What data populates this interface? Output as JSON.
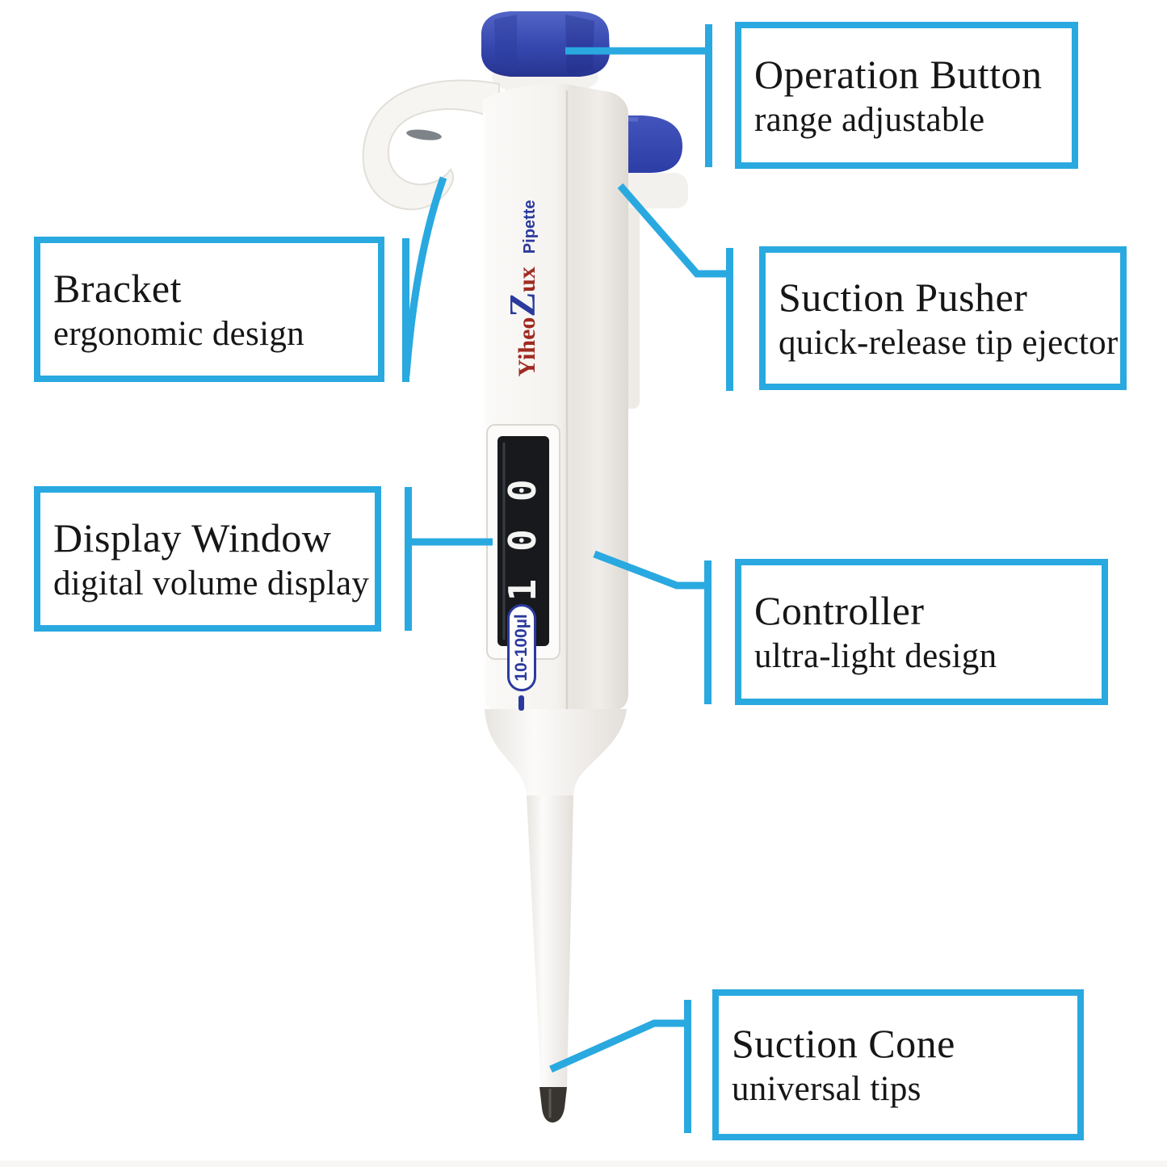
{
  "accent": "#29a9e0",
  "callouts": {
    "operation_button": {
      "title": "Operation Button",
      "subtitle": "range adjustable"
    },
    "suction_pusher": {
      "title": "Suction Pusher",
      "subtitle": "quick-release tip ejector"
    },
    "bracket": {
      "title": "Bracket",
      "subtitle": "ergonomic design"
    },
    "display_window": {
      "title": "Display Window",
      "subtitle": "digital volume display"
    },
    "controller": {
      "title": "Controller",
      "subtitle": "ultra-light design"
    },
    "suction_cone": {
      "title": "Suction Cone",
      "subtitle": "universal tips"
    }
  },
  "pipette": {
    "brand_part1": "Yiheo",
    "brand_part2": "Z",
    "brand_part3": "ux",
    "product_label": "Pipette",
    "display_value": "100",
    "range_label": "10-100µl"
  },
  "colors": {
    "cap_blue": "#3a4cb0",
    "pusher_blue": "#2c3da6",
    "brand_red": "#a02a22",
    "brand_blue": "#2b3a9e",
    "tip_dark": "#38342f"
  }
}
